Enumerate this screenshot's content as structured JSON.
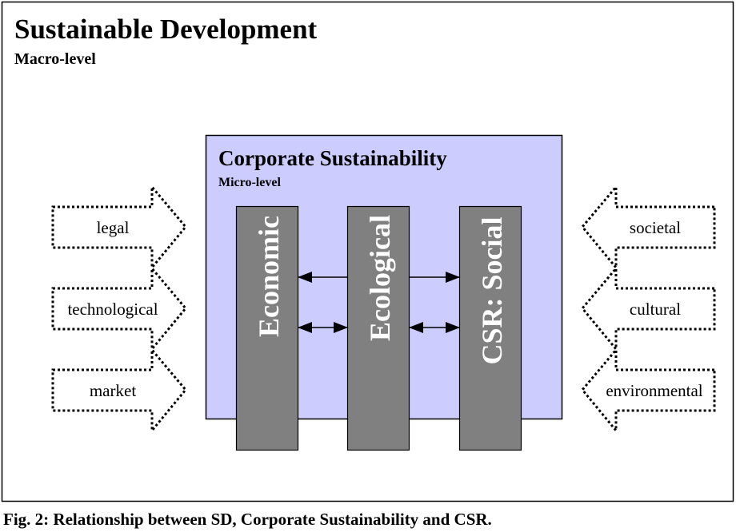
{
  "outer": {
    "title": "Sustainable Development",
    "subtitle": "Macro-level"
  },
  "inner": {
    "title": "Corporate Sustainability",
    "subtitle": "Micro-level",
    "fill": "#ccccff"
  },
  "pillars": [
    {
      "label": "Economic"
    },
    {
      "label": "Ecological"
    },
    {
      "label": "CSR: Social"
    }
  ],
  "pillar_fill": "#808080",
  "left_drivers": [
    "legal",
    "technological",
    "market"
  ],
  "right_drivers": [
    "societal",
    "cultural",
    "environmental"
  ],
  "caption": "Fig. 2: Relationship between SD, Corporate Sustainability and CSR."
}
